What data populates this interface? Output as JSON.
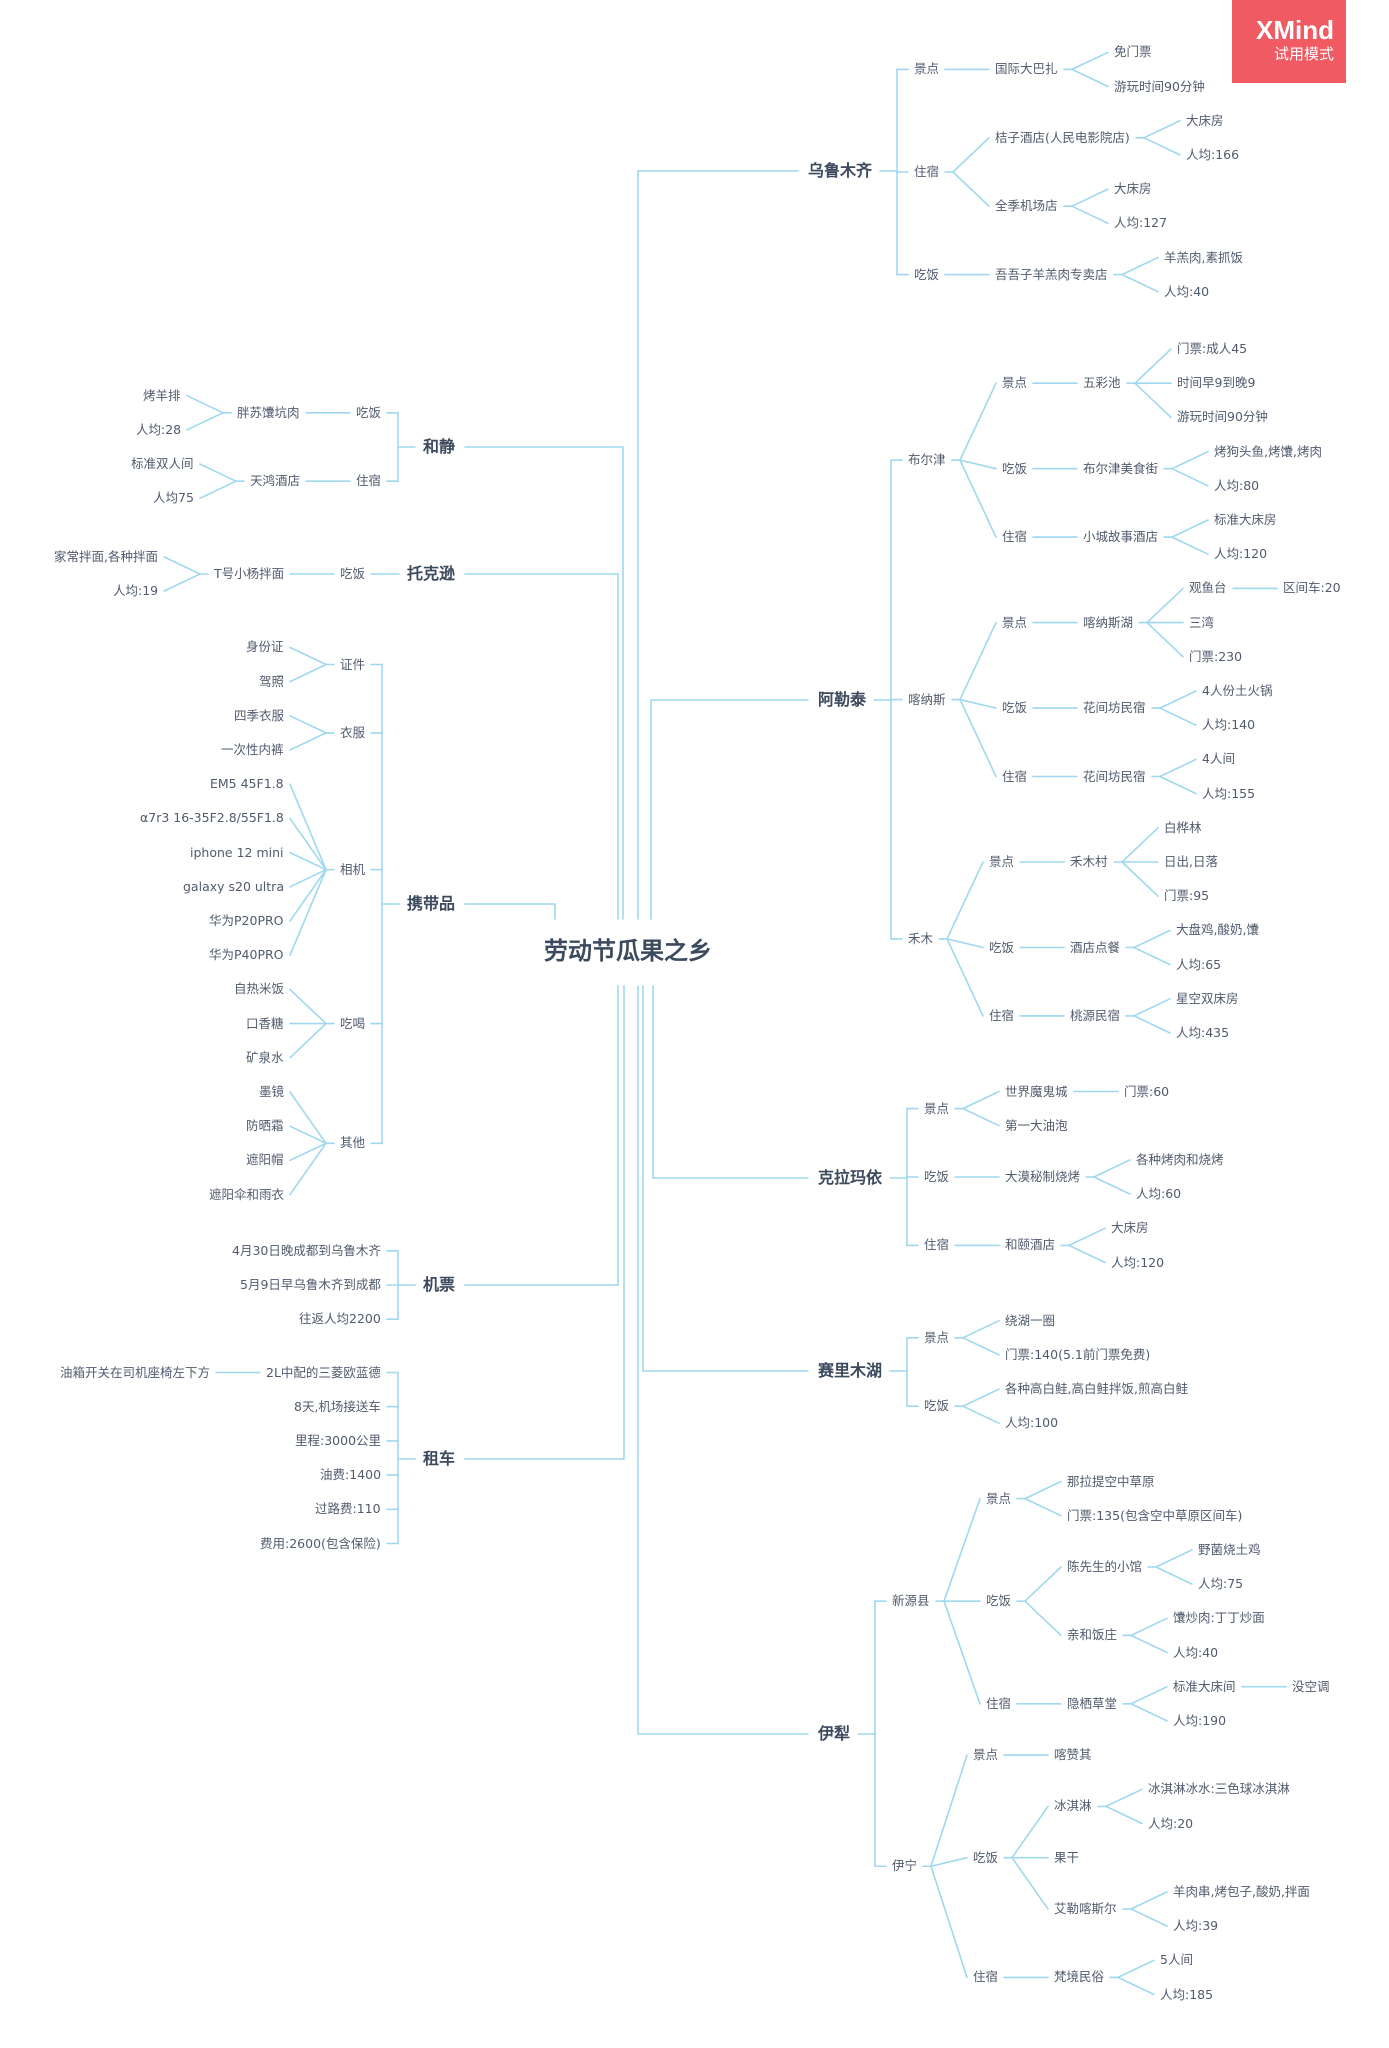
{
  "badge": {
    "brand": "XMind",
    "mode": "试用模式"
  },
  "center": {
    "label": "劳动节瓜果之乡"
  },
  "right": [
    {
      "label": "乌鲁木齐",
      "children": [
        {
          "label": "景点",
          "children": [
            {
              "label": "国际大巴扎",
              "children": [
                {
                  "label": "免门票"
                },
                {
                  "label": "游玩时间90分钟"
                }
              ]
            }
          ]
        },
        {
          "label": "住宿",
          "children": [
            {
              "label": "桔子酒店(人民电影院店)",
              "children": [
                {
                  "label": "大床房"
                },
                {
                  "label": "人均:166"
                }
              ]
            },
            {
              "label": "全季机场店",
              "children": [
                {
                  "label": "大床房"
                },
                {
                  "label": "人均:127"
                }
              ]
            }
          ]
        },
        {
          "label": "吃饭",
          "children": [
            {
              "label": "吾吾子羊羔肉专卖店",
              "children": [
                {
                  "label": "羊羔肉,素抓饭"
                },
                {
                  "label": "人均:40"
                }
              ]
            }
          ]
        }
      ]
    },
    {
      "label": "阿勒泰",
      "children": [
        {
          "label": "布尔津",
          "children": [
            {
              "label": "景点",
              "children": [
                {
                  "label": "五彩池",
                  "children": [
                    {
                      "label": "门票:成人45"
                    },
                    {
                      "label": "时间早9到晚9"
                    },
                    {
                      "label": "游玩时间90分钟"
                    }
                  ]
                }
              ]
            },
            {
              "label": "吃饭",
              "children": [
                {
                  "label": "布尔津美食街",
                  "children": [
                    {
                      "label": "烤狗头鱼,烤馕,烤肉"
                    },
                    {
                      "label": "人均:80"
                    }
                  ]
                }
              ]
            },
            {
              "label": "住宿",
              "children": [
                {
                  "label": "小城故事酒店",
                  "children": [
                    {
                      "label": "标准大床房"
                    },
                    {
                      "label": "人均:120"
                    }
                  ]
                }
              ]
            }
          ]
        },
        {
          "label": "喀纳斯",
          "children": [
            {
              "label": "景点",
              "children": [
                {
                  "label": "喀纳斯湖",
                  "children": [
                    {
                      "label": "观鱼台",
                      "children": [
                        {
                          "label": "区间车:20"
                        }
                      ]
                    },
                    {
                      "label": "三湾"
                    },
                    {
                      "label": "门票:230"
                    }
                  ]
                }
              ]
            },
            {
              "label": "吃饭",
              "children": [
                {
                  "label": "花间坊民宿",
                  "children": [
                    {
                      "label": "4人份土火锅"
                    },
                    {
                      "label": "人均:140"
                    }
                  ]
                }
              ]
            },
            {
              "label": "住宿",
              "children": [
                {
                  "label": "花间坊民宿",
                  "children": [
                    {
                      "label": "4人间"
                    },
                    {
                      "label": "人均:155"
                    }
                  ]
                }
              ]
            }
          ]
        },
        {
          "label": "禾木",
          "children": [
            {
              "label": "景点",
              "children": [
                {
                  "label": "禾木村",
                  "children": [
                    {
                      "label": "白桦林"
                    },
                    {
                      "label": "日出,日落"
                    },
                    {
                      "label": "门票:95"
                    }
                  ]
                }
              ]
            },
            {
              "label": "吃饭",
              "children": [
                {
                  "label": "酒店点餐",
                  "children": [
                    {
                      "label": "大盘鸡,酸奶,馕"
                    },
                    {
                      "label": "人均:65"
                    }
                  ]
                }
              ]
            },
            {
              "label": "住宿",
              "children": [
                {
                  "label": "桃源民宿",
                  "children": [
                    {
                      "label": "星空双床房"
                    },
                    {
                      "label": "人均:435"
                    }
                  ]
                }
              ]
            }
          ]
        }
      ]
    },
    {
      "label": "克拉玛依",
      "children": [
        {
          "label": "景点",
          "children": [
            {
              "label": "世界魔鬼城",
              "children": [
                {
                  "label": "门票:60"
                }
              ]
            },
            {
              "label": "第一大油泡"
            }
          ]
        },
        {
          "label": "吃饭",
          "children": [
            {
              "label": "大漠秘制烧烤",
              "children": [
                {
                  "label": "各种烤肉和烧烤"
                },
                {
                  "label": "人均:60"
                }
              ]
            }
          ]
        },
        {
          "label": "住宿",
          "children": [
            {
              "label": "和颐酒店",
              "children": [
                {
                  "label": "大床房"
                },
                {
                  "label": "人均:120"
                }
              ]
            }
          ]
        }
      ]
    },
    {
      "label": "赛里木湖",
      "children": [
        {
          "label": "景点",
          "children": [
            {
              "label": "绕湖一圈"
            },
            {
              "label": "门票:140(5.1前门票免费)"
            }
          ]
        },
        {
          "label": "吃饭",
          "children": [
            {
              "label": "各种高白鲑,高白鲑拌饭,煎高白鲑"
            },
            {
              "label": "人均:100"
            }
          ]
        }
      ]
    },
    {
      "label": "伊犁",
      "children": [
        {
          "label": "新源县",
          "children": [
            {
              "label": "景点",
              "children": [
                {
                  "label": "那拉提空中草原"
                },
                {
                  "label": "门票:135(包含空中草原区间车)"
                }
              ]
            },
            {
              "label": "吃饭",
              "children": [
                {
                  "label": "陈先生的小馆",
                  "children": [
                    {
                      "label": "野菌烧土鸡"
                    },
                    {
                      "label": "人均:75"
                    }
                  ]
                },
                {
                  "label": "亲和饭庄",
                  "children": [
                    {
                      "label": "馕炒肉:丁丁炒面"
                    },
                    {
                      "label": "人均:40"
                    }
                  ]
                }
              ]
            },
            {
              "label": "住宿",
              "children": [
                {
                  "label": "隐栖草堂",
                  "children": [
                    {
                      "label": "标准大床间",
                      "children": [
                        {
                          "label": "没空调"
                        }
                      ]
                    },
                    {
                      "label": "人均:190"
                    }
                  ]
                }
              ]
            }
          ]
        },
        {
          "label": "伊宁",
          "children": [
            {
              "label": "景点",
              "children": [
                {
                  "label": "喀赞其"
                }
              ]
            },
            {
              "label": "吃饭",
              "children": [
                {
                  "label": "冰淇淋",
                  "children": [
                    {
                      "label": "冰淇淋冰水:三色球冰淇淋"
                    },
                    {
                      "label": "人均:20"
                    }
                  ]
                },
                {
                  "label": "果干"
                },
                {
                  "label": "艾勒喀斯尔",
                  "children": [
                    {
                      "label": "羊肉串,烤包子,酸奶,拌面"
                    },
                    {
                      "label": "人均:39"
                    }
                  ]
                }
              ]
            },
            {
              "label": "住宿",
              "children": [
                {
                  "label": "梵境民俗",
                  "children": [
                    {
                      "label": "5人间"
                    },
                    {
                      "label": "人均:185"
                    }
                  ]
                }
              ]
            }
          ]
        }
      ]
    }
  ],
  "left": [
    {
      "label": "和静",
      "children": [
        {
          "label": "吃饭",
          "children": [
            {
              "label": "胖苏馕坑肉",
              "children": [
                {
                  "label": "烤羊排"
                },
                {
                  "label": "人均:28"
                }
              ]
            }
          ]
        },
        {
          "label": "住宿",
          "children": [
            {
              "label": "天鸿酒店",
              "children": [
                {
                  "label": "标准双人间"
                },
                {
                  "label": "人均75"
                }
              ]
            }
          ]
        }
      ]
    },
    {
      "label": "托克逊",
      "children": [
        {
          "label": "吃饭",
          "children": [
            {
              "label": "T号小杨拌面",
              "children": [
                {
                  "label": "家常拌面,各种拌面"
                },
                {
                  "label": "人均:19"
                }
              ]
            }
          ]
        }
      ]
    },
    {
      "label": "携带品",
      "children": [
        {
          "label": "证件",
          "children": [
            {
              "label": "身份证"
            },
            {
              "label": "驾照"
            }
          ]
        },
        {
          "label": "衣服",
          "children": [
            {
              "label": "四季衣服"
            },
            {
              "label": "一次性内裤"
            }
          ]
        },
        {
          "label": "相机",
          "children": [
            {
              "label": "EM5 45F1.8"
            },
            {
              "label": "α7r3 16-35F2.8/55F1.8"
            },
            {
              "label": "iphone 12 mini"
            },
            {
              "label": "galaxy s20 ultra"
            },
            {
              "label": "华为P20PRO"
            },
            {
              "label": "华为P40PRO"
            }
          ]
        },
        {
          "label": "吃喝",
          "children": [
            {
              "label": "自热米饭"
            },
            {
              "label": "口香糖"
            },
            {
              "label": "矿泉水"
            }
          ]
        },
        {
          "label": "其他",
          "children": [
            {
              "label": "墨镜"
            },
            {
              "label": "防晒霜"
            },
            {
              "label": "遮阳帽"
            },
            {
              "label": "遮阳伞和雨衣"
            }
          ]
        }
      ]
    },
    {
      "label": "机票",
      "children": [
        {
          "label": "4月30日晚成都到乌鲁木齐"
        },
        {
          "label": "5月9日早乌鲁木齐到成都"
        },
        {
          "label": "往返人均2200"
        }
      ]
    },
    {
      "label": "租车",
      "children": [
        {
          "label": "2L中配的三菱欧蓝德",
          "children": [
            {
              "label": "油箱开关在司机座椅左下方"
            }
          ]
        },
        {
          "label": "8天,机场接送车"
        },
        {
          "label": "里程:3000公里"
        },
        {
          "label": "油费:1400"
        },
        {
          "label": "过路费:110"
        },
        {
          "label": "费用:2600(包含保险)"
        }
      ]
    }
  ]
}
